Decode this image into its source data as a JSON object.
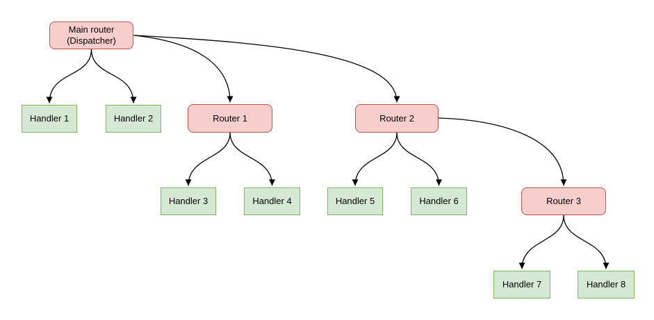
{
  "diagram": {
    "type": "flowchart-tree",
    "nodes": {
      "main": {
        "label": "Main router (Dispatcher)",
        "line1": "Main router",
        "line2": "(Dispatcher)",
        "kind": "router"
      },
      "handler1": {
        "label": "Handler 1",
        "kind": "handler"
      },
      "handler2": {
        "label": "Handler 2",
        "kind": "handler"
      },
      "router1": {
        "label": "Router 1",
        "kind": "router"
      },
      "router2": {
        "label": "Router 2",
        "kind": "router"
      },
      "handler3": {
        "label": "Handler 3",
        "kind": "handler"
      },
      "handler4": {
        "label": "Handler 4",
        "kind": "handler"
      },
      "handler5": {
        "label": "Handler 5",
        "kind": "handler"
      },
      "handler6": {
        "label": "Handler 6",
        "kind": "handler"
      },
      "router3": {
        "label": "Router 3",
        "kind": "router"
      },
      "handler7": {
        "label": "Handler 7",
        "kind": "handler"
      },
      "handler8": {
        "label": "Handler 8",
        "kind": "handler"
      }
    },
    "edges": [
      {
        "from": "main",
        "to": "handler1"
      },
      {
        "from": "main",
        "to": "handler2"
      },
      {
        "from": "main",
        "to": "router1"
      },
      {
        "from": "main",
        "to": "router2"
      },
      {
        "from": "router1",
        "to": "handler3"
      },
      {
        "from": "router1",
        "to": "handler4"
      },
      {
        "from": "router2",
        "to": "handler5"
      },
      {
        "from": "router2",
        "to": "handler6"
      },
      {
        "from": "router2",
        "to": "router3"
      },
      {
        "from": "router3",
        "to": "handler7"
      },
      {
        "from": "router3",
        "to": "handler8"
      }
    ],
    "colors": {
      "router_fill": "#f8cecc",
      "router_border": "#b85450",
      "handler_fill": "#d5e8d4",
      "handler_border": "#82b366",
      "edge": "#000000",
      "text": "#000000",
      "background": "#ffffff"
    }
  }
}
